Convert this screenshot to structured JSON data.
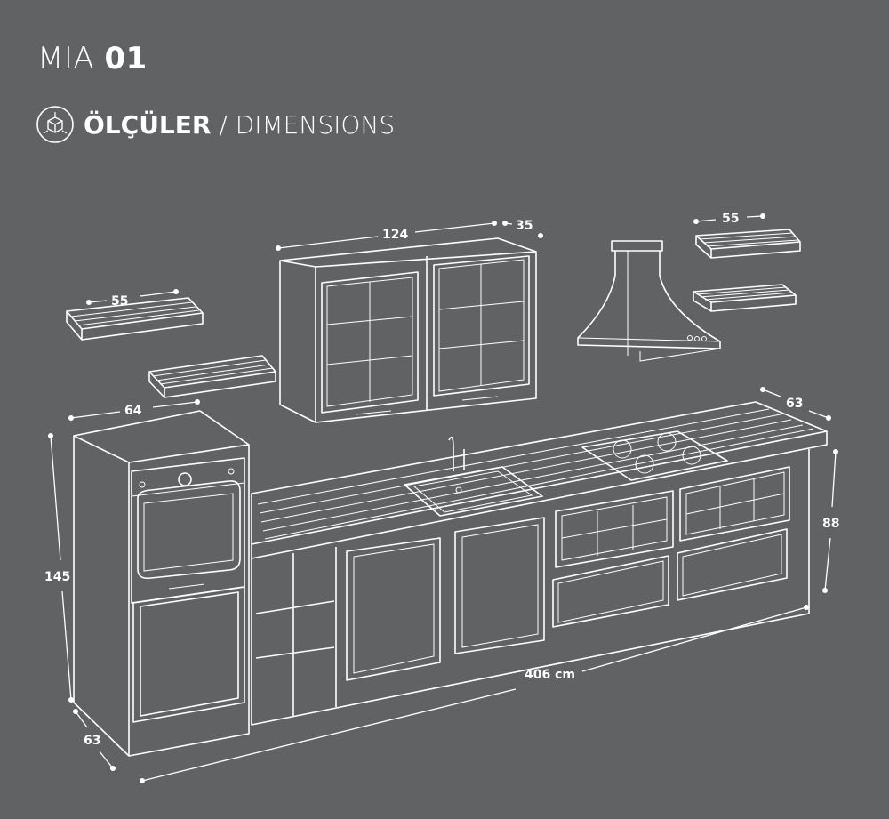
{
  "header": {
    "title_light": "MIA",
    "title_bold": "01",
    "section_bold": "ÖLÇÜLER",
    "section_light": "/ DIMENSIONS",
    "section_icon": "dimensions-cube-icon"
  },
  "dimensions": {
    "wall_cabinet_width": "124",
    "wall_cabinet_depth": "35",
    "left_shelf_width": "55",
    "right_shelf_width": "55",
    "tall_unit_width": "64",
    "tall_unit_height": "145",
    "tall_unit_depth": "63",
    "counter_depth": "63",
    "counter_height": "88",
    "total_length": "406 cm"
  },
  "colors": {
    "background": "#616264",
    "lines": "#ffffff"
  }
}
